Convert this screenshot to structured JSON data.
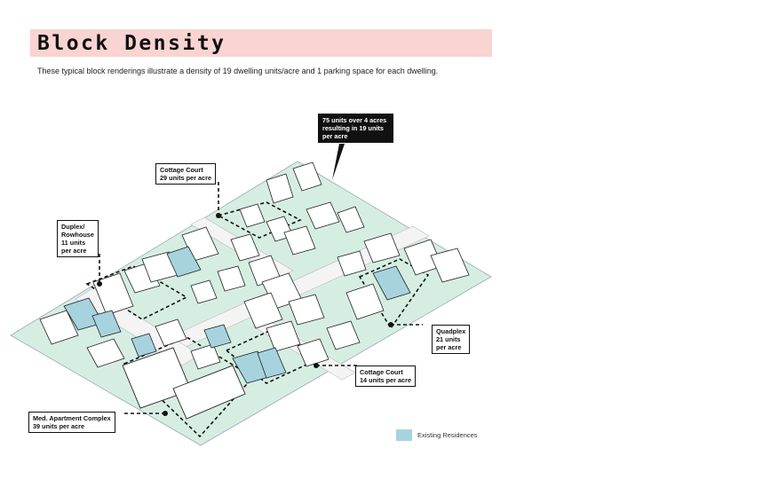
{
  "header": {
    "title": "Block Density",
    "subtitle": "These typical block renderings illustrate a density of 19 dwelling units/acre and 1 parking space for each dwelling."
  },
  "callouts": {
    "summary": "75 units over 4 acres\nresulting in 19 units\nper acre",
    "cottage_court_a": "Cottage Court\n29 units per acre",
    "duplex": "Duplex/\nRowhouse\n11 units\nper acre",
    "quadplex": "Quadplex\n21 units\nper acre",
    "cottage_court_b": "Cottage Court\n14 units per acre",
    "apartment": "Med. Apartment Complex\n39 units per acre"
  },
  "legend": {
    "existing_label": "Existing Residences",
    "existing_color": "#a7d3de"
  },
  "colors": {
    "lawn": "#cde8da",
    "street": "#f4f4f4",
    "existing": "#a7d3de",
    "building": "#ffffff",
    "outline": "#222222"
  }
}
